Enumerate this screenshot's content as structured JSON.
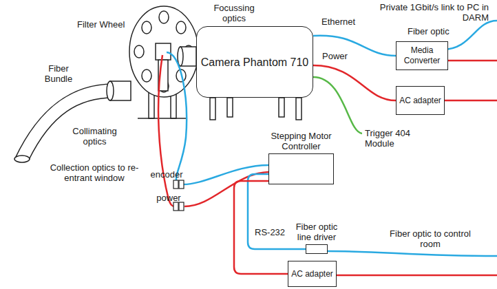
{
  "diagram": {
    "nodes": [
      {
        "text": [
          "Camera Phantom 710"
        ]
      },
      {
        "text": [
          "Media Converter"
        ]
      },
      {
        "text": [
          "AC adapter"
        ]
      },
      {
        "text": [
          "Stepping Motor Controller"
        ]
      },
      {
        "text": [
          "Fiber optic line driver"
        ]
      },
      {
        "text": [
          "AC adapter"
        ]
      }
    ],
    "edges": [
      {
        "from": 0,
        "to": 1,
        "arrow": "none",
        "label": "Ethernet"
      },
      {
        "from": 0,
        "to": 2,
        "arrow": "none",
        "label": "Power"
      },
      {
        "from": 3,
        "to": 4,
        "arrow": "none",
        "label": "RS-232"
      },
      {
        "from": 3,
        "to": 5,
        "arrow": "none"
      }
    ],
    "labels": [
      "Private 1Gbit/s link to PC in DARM",
      "Fiber optic",
      "Filter Wheel",
      "Focussing optics",
      "Fiber Bundle",
      "Collimating optics",
      "Collection optics to re-entrant window",
      "Trigger 404 Module",
      "encoder",
      "power",
      "Fiber optic to control room"
    ]
  }
}
